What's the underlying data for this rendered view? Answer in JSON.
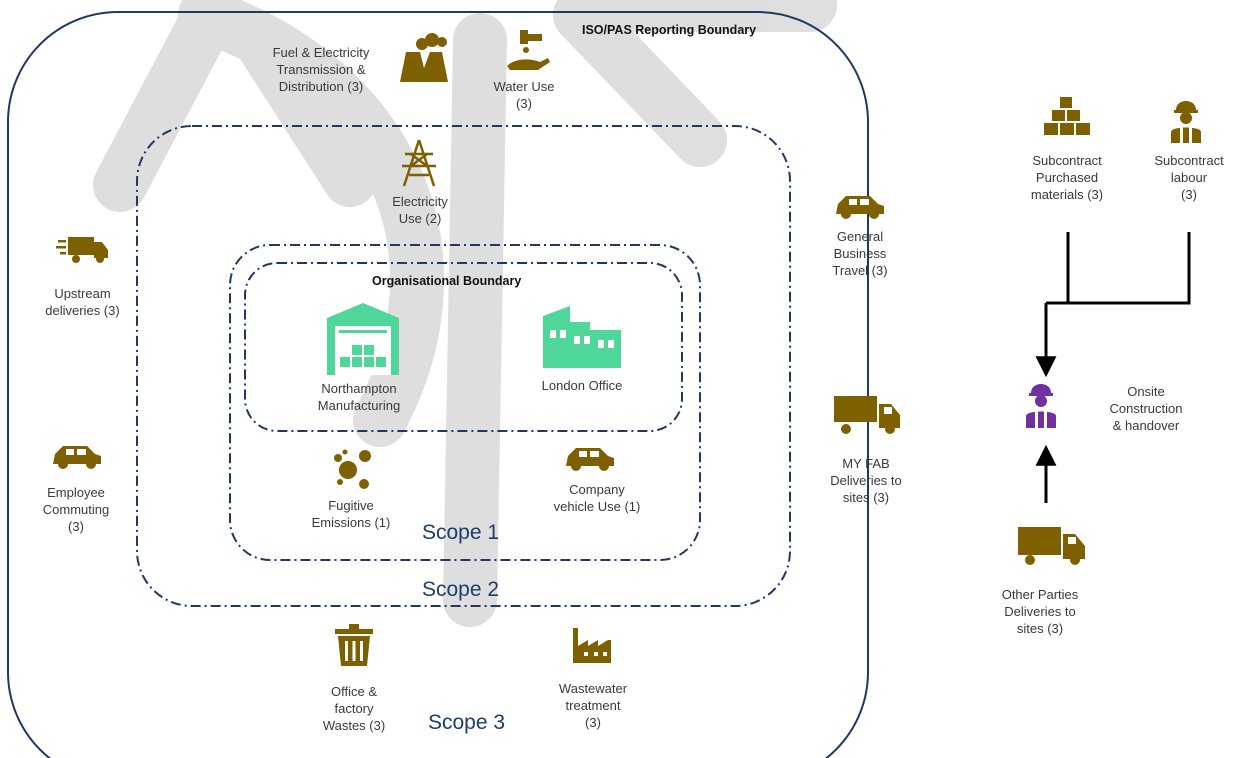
{
  "titles": {
    "iso_boundary": "ISO/PAS Reporting Boundary",
    "org_boundary": "Organisational Boundary"
  },
  "scopes": {
    "scope1": "Scope 1",
    "scope2": "Scope 2",
    "scope3": "Scope 3"
  },
  "items": {
    "fuel_electricity": "Fuel & Electricity\nTransmission &\nDistribution (3)",
    "water_use": "Water Use\n(3)",
    "electricity_use": "Electricity\nUse (2)",
    "general_business_travel": "General\nBusiness\nTravel (3)",
    "upstream_deliveries": "Upstream\ndeliveries (3)",
    "employee_commuting": "Employee\nCommuting\n(3)",
    "northampton": "Northampton\nManufacturing",
    "london_office": "London Office",
    "fugitive_emissions": "Fugitive\nEmissions (1)",
    "company_vehicle": "Company\nvehicle Use (1)",
    "myfab_deliveries": "MY FAB\nDeliveries to\nsites (3)",
    "office_wastes": "Office &\nfactory\nWastes (3)",
    "wastewater": "Wastewater\ntreatment\n(3)",
    "subcontract_materials": "Subcontract\nPurchased\nmaterials (3)",
    "subcontract_labour": "Subcontract\nlabour\n(3)",
    "onsite_construction": "Onsite\nConstruction\n& handover",
    "other_parties": "Other Parties\nDeliveries to\nsites (3)"
  },
  "colors": {
    "icon_gold": "#7f6000",
    "icon_green": "#4fd79a",
    "icon_purple": "#7030a0",
    "boundary_navy": "#1f3864",
    "outer_boundary": "#203864",
    "watermark": "#d9d9d9",
    "scope_text": "#1f3c6e"
  },
  "icons": {
    "fuel_electricity": "power-plant-icon",
    "water_use": "water-tap-icon",
    "electricity_use": "pylon-icon",
    "general_business_travel": "car-icon",
    "upstream_deliveries": "fast-truck-icon",
    "employee_commuting": "car-icon",
    "northampton": "warehouse-icon",
    "london_office": "office-building-icon",
    "fugitive_emissions": "bubbles-icon",
    "company_vehicle": "car-icon",
    "myfab_deliveries": "truck-icon",
    "office_wastes": "trash-bin-icon",
    "wastewater": "factory-icon",
    "subcontract_materials": "boxes-icon",
    "subcontract_labour": "worker-icon",
    "onsite_construction": "worker-icon",
    "other_parties": "truck-icon"
  }
}
